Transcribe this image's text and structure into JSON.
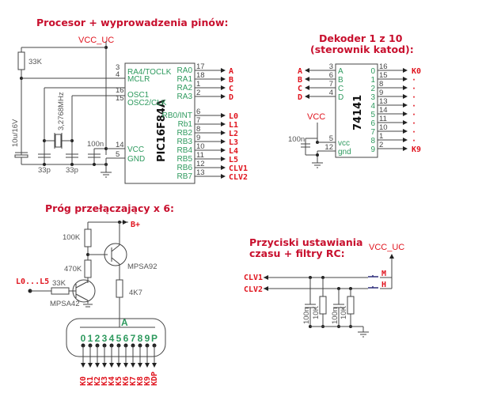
{
  "processor": {
    "title": "Procesor + wyprowadzenia pinów:",
    "vcc_label": "VCC_UC",
    "r_pullup": "33K",
    "crystal": "3,2768MHz",
    "c_elec": "10u/16V",
    "c_osc1": "33p",
    "c_osc2": "33p",
    "c_dec": "100n",
    "chip": "PIC16F84A",
    "left_pins": [
      {
        "num": "3",
        "name": "RA4/TOCLK"
      },
      {
        "num": "4",
        "name": "MCLR"
      },
      {
        "num": "16",
        "name": "OSC1"
      },
      {
        "num": "15",
        "name": "OSC2/CLK"
      },
      {
        "num": "14",
        "name": "VCC"
      },
      {
        "num": "5",
        "name": "GND"
      }
    ],
    "right_pins": [
      {
        "num": "17",
        "name": "RA0",
        "net": "A"
      },
      {
        "num": "18",
        "name": "RA1",
        "net": "B"
      },
      {
        "num": "1",
        "name": "RA2",
        "net": "C"
      },
      {
        "num": "2",
        "name": "RA3",
        "net": "D"
      },
      {
        "num": "6",
        "name": "RB0/INT",
        "net": "L0"
      },
      {
        "num": "7",
        "name": "Rb1",
        "net": "L1"
      },
      {
        "num": "8",
        "name": "RB2",
        "net": "L2"
      },
      {
        "num": "9",
        "name": "RB3",
        "net": "L3"
      },
      {
        "num": "10",
        "name": "RB4",
        "net": "L4"
      },
      {
        "num": "11",
        "name": "RB5",
        "net": "L5"
      },
      {
        "num": "12",
        "name": "RB6",
        "net": "CLV1"
      },
      {
        "num": "13",
        "name": "RB7",
        "net": "CLV2"
      }
    ]
  },
  "decoder": {
    "title_line1": "Dekoder 1 z 10",
    "title_line2": "(sterownik katod):",
    "chip": "74141",
    "vcc_label": "VCC",
    "c_dec": "100n",
    "left_pins": [
      {
        "num": "3",
        "name": "A",
        "net": "A"
      },
      {
        "num": "6",
        "name": "B",
        "net": "B"
      },
      {
        "num": "7",
        "name": "C",
        "net": "C"
      },
      {
        "num": "4",
        "name": "D",
        "net": "D"
      },
      {
        "num": "5",
        "name": "vcc",
        "net": ""
      },
      {
        "num": "12",
        "name": "gnd",
        "net": ""
      }
    ],
    "right_pins": [
      {
        "num": "16",
        "name": "0",
        "net": "K0"
      },
      {
        "num": "15",
        "name": "1",
        "net": "·"
      },
      {
        "num": "8",
        "name": "2",
        "net": "·"
      },
      {
        "num": "9",
        "name": "3",
        "net": "·"
      },
      {
        "num": "13",
        "name": "4",
        "net": "·"
      },
      {
        "num": "14",
        "name": "5",
        "net": "·"
      },
      {
        "num": "11",
        "name": "6",
        "net": "·"
      },
      {
        "num": "10",
        "name": "7",
        "net": "·"
      },
      {
        "num": "1",
        "name": "8",
        "net": "·"
      },
      {
        "num": "2",
        "name": "9",
        "net": "K9"
      }
    ]
  },
  "threshold": {
    "title": "Próg przełączający x 6:",
    "bplus": "B+",
    "r1": "100K",
    "r2": "470K",
    "r3": "33K",
    "r4": "4K7",
    "q1": "MPSA42",
    "q2": "MPSA92",
    "input": "L0...L5",
    "anode": "A",
    "digits": [
      "0",
      "1",
      "2",
      "3",
      "4",
      "5",
      "6",
      "7",
      "8",
      "9",
      "P"
    ],
    "cathodes": [
      "K0",
      "K1",
      "K2",
      "K3",
      "K4",
      "K5",
      "K6",
      "K7",
      "K8",
      "K9",
      "KDP"
    ]
  },
  "buttons": {
    "title_line1": "Przyciski ustawiania",
    "title_line2": "czasu + filtry RC:",
    "vcc_label": "VCC_UC",
    "m": "M",
    "h": "H",
    "clv1": "CLV1",
    "clv2": "CLV2",
    "filters": [
      {
        "cap": "100n",
        "res": "10K"
      },
      {
        "cap": "100n",
        "res": "10K"
      }
    ]
  }
}
